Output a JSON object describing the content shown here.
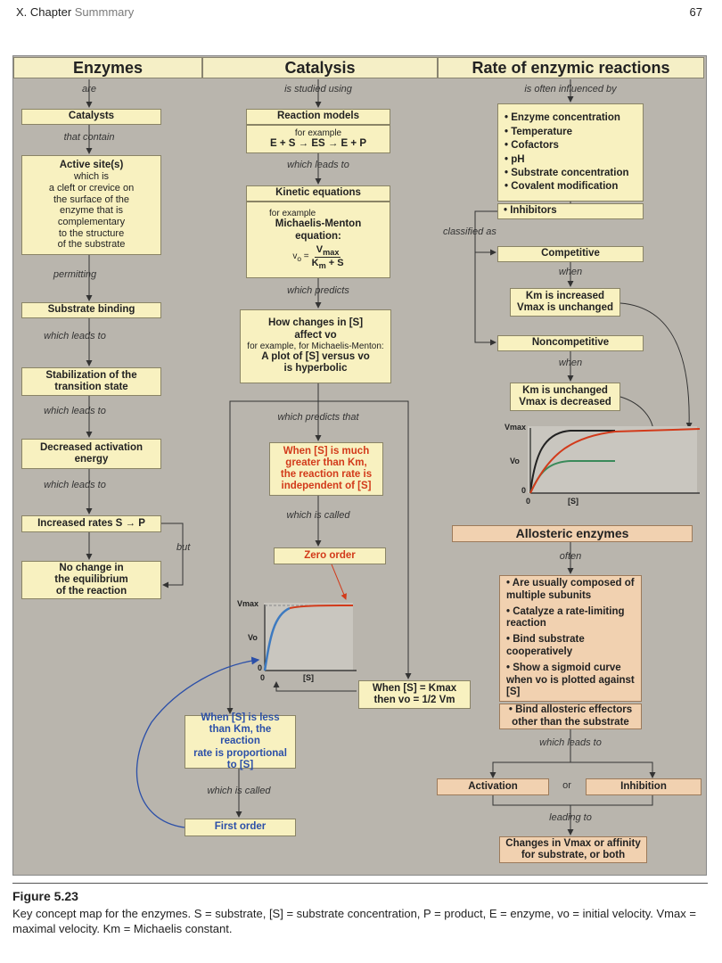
{
  "header": {
    "chapter_prefix": "X. Chapter ",
    "chapter_suffix": "Summmary",
    "page_number": "67"
  },
  "columns": {
    "enzymes": "Enzymes",
    "catalysis": "Catalysis",
    "rate": "Rate of enzymic reactions"
  },
  "enzymes": {
    "are": "are",
    "catalysts": "Catalysts",
    "that_contain": "that contain",
    "active_site_title": "Active site(s)",
    "active_site_body": "which is\na cleft or crevice on\nthe surface of the\nenzyme that is\ncomplementary\nto the structure\nof the substrate",
    "permitting": "permitting",
    "substrate_binding": "Substrate binding",
    "leads1": "which leads to",
    "stabilization": "Stabilization of the\ntransition state",
    "leads2": "which leads to",
    "decreased": "Decreased activation\nenergy",
    "leads3": "which leads to",
    "increased": "Increased rates S → P",
    "but": "but",
    "no_change": "No change in\nthe equilibrium\nof the reaction"
  },
  "catalysis": {
    "studied": "is studied using",
    "reaction_models": "Reaction models",
    "for_example": "for example",
    "reaction": "E + S → ES → E + P",
    "leads": "which leads to",
    "kinetic": "Kinetic equations",
    "for_example2": "for example",
    "mm_eq": "Michaelis-Menton\nequation:",
    "v0": "v",
    "v0_sub": "o",
    " eq_equals": "=",
    "vmax": "V",
    "vmax_sub": "max",
    "km": "K",
    "km_sub": "m",
    "plus_s": " + S",
    "predicts": "which predicts",
    "how_changes": "How changes in [S]\naffect vo",
    "for_example_mm": "for example, for Michaelis-Menton:",
    "plot_hyper": "A plot of [S] versus vo\nis hyperbolic",
    "predicts_that": "which predicts that",
    "greater": "When [S] is much\ngreater than Km,\nthe reaction rate is\nindependent of [S]",
    "called1": "which is called",
    "zero_order": "Zero order",
    "equal": "When [S] = Kmax\nthen vo = 1/2 Vm",
    "less": "When [S] is less\nthan Km, the reaction\nrate is proportional\nto [S]",
    "called2": "which is called",
    "first_order": "First order"
  },
  "rate": {
    "influenced": "is often influenced by",
    "factors": [
      "Enzyme concentration",
      "Temperature",
      "Cofactors",
      "pH",
      "Substrate concentration",
      "Covalent modification"
    ],
    "inhibitors": "• Inhibitors",
    "classified": "classified as",
    "competitive": "Competitive",
    "when1": "when",
    "comp_effect": "Km is increased\nVmax is unchanged",
    "noncompetitive": "Noncompetitive",
    "when2": "when",
    "noncomp_effect": "Km is unchanged\nVmax is decreased",
    "allosteric": "Allosteric enzymes",
    "often": "often",
    "allo_props": [
      "Are usually composed of multiple subunits",
      "Catalyze a rate-limiting reaction",
      "Bind substrate cooperatively",
      "Show a sigmoid curve when vo is plotted against [S]"
    ],
    "bind_effectors": "• Bind allosteric effectors\nother than the substrate",
    "leads": "which leads to",
    "activation": "Activation",
    "or": "or",
    "inhibition": "Inhibition",
    "leading_to": "leading to",
    "changes": "Changes in Vmax or affinity\nfor substrate, or both"
  },
  "graph_labels": {
    "vmax": "Vmax",
    "vo": "Vo",
    "zero": "0",
    "s": "[S]"
  },
  "caption": {
    "title": "Figure 5.23",
    "text": "Key concept map for the enzymes. S = substrate, [S] = substrate concentration, P = product, E = enzyme, vo = initial velocity. Vmax = maximal velocity. Km = Michaelis constant."
  },
  "colors": {
    "panel": "#b9b5ad",
    "box": "#f8f1c0",
    "tan_box": "#f1d1b0",
    "red": "#d23a1a",
    "blue": "#2b4fa8",
    "green": "#3a8a5a"
  }
}
